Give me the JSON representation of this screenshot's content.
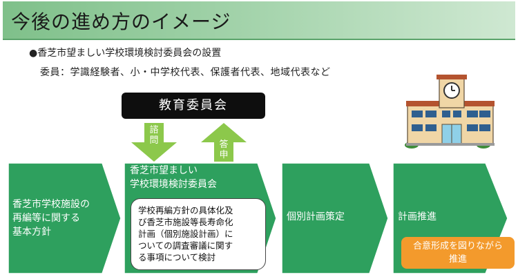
{
  "title": "今後の進め方のイメージ",
  "bullet": "●香芝市望ましい学校環境検討委員会の設置",
  "members": "委員：学識経験者、小・中学校代表、保護者代表、地域代表など",
  "board": "教育委員会",
  "arrow_down_label": "諮問",
  "arrow_up_label": "答申",
  "stages": {
    "policy": [
      "香芝市学校施設の",
      "再編等に関する",
      "基本方針"
    ],
    "committee_title": [
      "香芝市望ましい",
      "学校環境検討委員会"
    ],
    "committee_detail": [
      "学校再編方針の具体化及",
      "び香芝市施設等長寿命化",
      "計画（個別施設計画）に",
      "ついての調査審議に関す",
      "る事項について検討"
    ],
    "individual_plan": "個別計画策定",
    "promotion": "計画推進"
  },
  "badge": [
    "合意形成を図りながら",
    "推進"
  ],
  "icons": {
    "school": "school-building-icon"
  },
  "colors": {
    "stage": "#2ea05e",
    "title_bar": "#8ec998",
    "board": "#0e0e0e",
    "arrow": "#8cc84b",
    "badge": "#f39a2c"
  }
}
